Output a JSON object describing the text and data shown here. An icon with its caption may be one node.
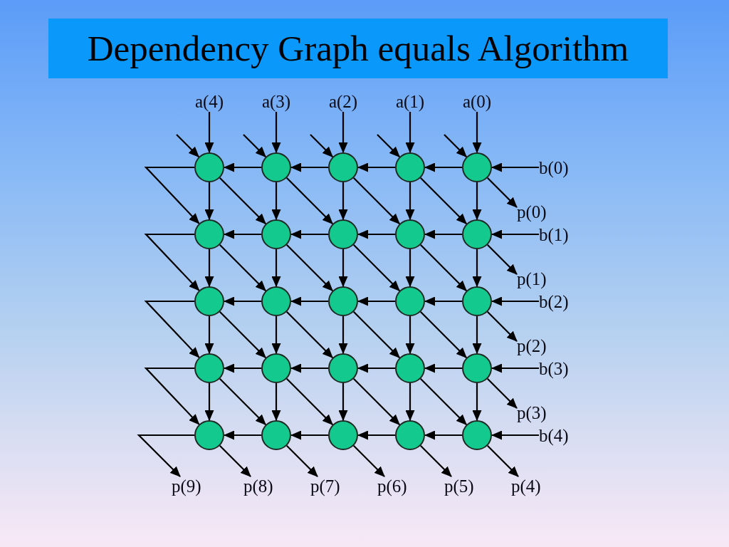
{
  "diagram": {
    "title": "Dependency Graph equals Algorithm",
    "nodes": [
      {
        "text": [
          "a(4)"
        ]
      },
      {
        "text": [
          "a(3)"
        ]
      },
      {
        "text": [
          "a(2)"
        ]
      },
      {
        "text": [
          "a(1)"
        ]
      },
      {
        "text": [
          "a(0)"
        ]
      },
      {
        "text": [],
        "shape": "circle"
      },
      {
        "text": [],
        "shape": "circle"
      },
      {
        "text": [],
        "shape": "circle"
      },
      {
        "text": [],
        "shape": "circle"
      },
      {
        "text": [],
        "shape": "circle"
      },
      {
        "text": [
          "b(0)"
        ]
      },
      {
        "text": [
          "p(0)"
        ]
      },
      {
        "text": [],
        "shape": "circle"
      },
      {
        "text": [],
        "shape": "circle"
      },
      {
        "text": [],
        "shape": "circle"
      },
      {
        "text": [],
        "shape": "circle"
      },
      {
        "text": [],
        "shape": "circle"
      },
      {
        "text": [
          "b(1)"
        ]
      },
      {
        "text": [
          "p(1)"
        ]
      },
      {
        "text": [],
        "shape": "circle"
      },
      {
        "text": [],
        "shape": "circle"
      },
      {
        "text": [],
        "shape": "circle"
      },
      {
        "text": [],
        "shape": "circle"
      },
      {
        "text": [],
        "shape": "circle"
      },
      {
        "text": [
          "b(2)"
        ]
      },
      {
        "text": [
          "p(2)"
        ]
      },
      {
        "text": [],
        "shape": "circle"
      },
      {
        "text": [],
        "shape": "circle"
      },
      {
        "text": [],
        "shape": "circle"
      },
      {
        "text": [],
        "shape": "circle"
      },
      {
        "text": [],
        "shape": "circle"
      },
      {
        "text": [
          "b(3)"
        ]
      },
      {
        "text": [
          "p(3)"
        ]
      },
      {
        "text": [],
        "shape": "circle"
      },
      {
        "text": [],
        "shape": "circle"
      },
      {
        "text": [],
        "shape": "circle"
      },
      {
        "text": [],
        "shape": "circle"
      },
      {
        "text": [],
        "shape": "circle"
      },
      {
        "text": [
          "b(4)"
        ]
      },
      {
        "text": [
          "p(9)"
        ]
      },
      {
        "text": [
          "p(8)"
        ]
      },
      {
        "text": [
          "p(7)"
        ]
      },
      {
        "text": [
          "p(6)"
        ]
      },
      {
        "text": [
          "p(5)"
        ]
      },
      {
        "text": [
          "p(4)"
        ]
      }
    ],
    "edges": [
      {
        "from": 0,
        "to": 5,
        "arrow": "to"
      },
      {
        "from": 1,
        "to": 6,
        "arrow": "to"
      },
      {
        "from": 2,
        "to": 7,
        "arrow": "to"
      },
      {
        "from": 3,
        "to": 8,
        "arrow": "to"
      },
      {
        "from": 4,
        "to": 9,
        "arrow": "to"
      },
      {
        "from": null,
        "to": 5,
        "arrow": "to"
      },
      {
        "from": null,
        "to": 6,
        "arrow": "to"
      },
      {
        "from": null,
        "to": 7,
        "arrow": "to"
      },
      {
        "from": null,
        "to": 8,
        "arrow": "to"
      },
      {
        "from": null,
        "to": 9,
        "arrow": "to"
      },
      {
        "from": 10,
        "to": 9,
        "arrow": "to"
      },
      {
        "from": 17,
        "to": 16,
        "arrow": "to"
      },
      {
        "from": 24,
        "to": 23,
        "arrow": "to"
      },
      {
        "from": 31,
        "to": 30,
        "arrow": "to"
      },
      {
        "from": 38,
        "to": 37,
        "arrow": "to"
      },
      {
        "from": 6,
        "to": 5,
        "arrow": "to"
      },
      {
        "from": 7,
        "to": 6,
        "arrow": "to"
      },
      {
        "from": 8,
        "to": 7,
        "arrow": "to"
      },
      {
        "from": 9,
        "to": 8,
        "arrow": "to"
      },
      {
        "from": 13,
        "to": 12,
        "arrow": "to"
      },
      {
        "from": 14,
        "to": 13,
        "arrow": "to"
      },
      {
        "from": 15,
        "to": 14,
        "arrow": "to"
      },
      {
        "from": 16,
        "to": 15,
        "arrow": "to"
      },
      {
        "from": 20,
        "to": 19,
        "arrow": "to"
      },
      {
        "from": 21,
        "to": 20,
        "arrow": "to"
      },
      {
        "from": 22,
        "to": 21,
        "arrow": "to"
      },
      {
        "from": 23,
        "to": 22,
        "arrow": "to"
      },
      {
        "from": 27,
        "to": 26,
        "arrow": "to"
      },
      {
        "from": 28,
        "to": 27,
        "arrow": "to"
      },
      {
        "from": 29,
        "to": 28,
        "arrow": "to"
      },
      {
        "from": 30,
        "to": 29,
        "arrow": "to"
      },
      {
        "from": 34,
        "to": 33,
        "arrow": "to"
      },
      {
        "from": 35,
        "to": 34,
        "arrow": "to"
      },
      {
        "from": 36,
        "to": 35,
        "arrow": "to"
      },
      {
        "from": 37,
        "to": 36,
        "arrow": "to"
      },
      {
        "from": 5,
        "to": 12,
        "arrow": "to"
      },
      {
        "from": 6,
        "to": 13,
        "arrow": "to"
      },
      {
        "from": 7,
        "to": 14,
        "arrow": "to"
      },
      {
        "from": 8,
        "to": 15,
        "arrow": "to"
      },
      {
        "from": 9,
        "to": 16,
        "arrow": "to"
      },
      {
        "from": 12,
        "to": 19,
        "arrow": "to"
      },
      {
        "from": 13,
        "to": 20,
        "arrow": "to"
      },
      {
        "from": 14,
        "to": 21,
        "arrow": "to"
      },
      {
        "from": 15,
        "to": 22,
        "arrow": "to"
      },
      {
        "from": 16,
        "to": 23,
        "arrow": "to"
      },
      {
        "from": 19,
        "to": 26,
        "arrow": "to"
      },
      {
        "from": 20,
        "to": 27,
        "arrow": "to"
      },
      {
        "from": 21,
        "to": 28,
        "arrow": "to"
      },
      {
        "from": 22,
        "to": 29,
        "arrow": "to"
      },
      {
        "from": 23,
        "to": 30,
        "arrow": "to"
      },
      {
        "from": 26,
        "to": 33,
        "arrow": "to"
      },
      {
        "from": 27,
        "to": 34,
        "arrow": "to"
      },
      {
        "from": 28,
        "to": 35,
        "arrow": "to"
      },
      {
        "from": 29,
        "to": 36,
        "arrow": "to"
      },
      {
        "from": 30,
        "to": 37,
        "arrow": "to"
      },
      {
        "from": 5,
        "to": 13,
        "arrow": "to"
      },
      {
        "from": 6,
        "to": 14,
        "arrow": "to"
      },
      {
        "from": 7,
        "to": 15,
        "arrow": "to"
      },
      {
        "from": 8,
        "to": 16,
        "arrow": "to"
      },
      {
        "from": 12,
        "to": 20,
        "arrow": "to"
      },
      {
        "from": 13,
        "to": 21,
        "arrow": "to"
      },
      {
        "from": 14,
        "to": 22,
        "arrow": "to"
      },
      {
        "from": 15,
        "to": 23,
        "arrow": "to"
      },
      {
        "from": 19,
        "to": 27,
        "arrow": "to"
      },
      {
        "from": 20,
        "to": 28,
        "arrow": "to"
      },
      {
        "from": 21,
        "to": 29,
        "arrow": "to"
      },
      {
        "from": 22,
        "to": 30,
        "arrow": "to"
      },
      {
        "from": 26,
        "to": 34,
        "arrow": "to"
      },
      {
        "from": 27,
        "to": 35,
        "arrow": "to"
      },
      {
        "from": 28,
        "to": 36,
        "arrow": "to"
      },
      {
        "from": 29,
        "to": 37,
        "arrow": "to"
      },
      {
        "from": 9,
        "to": 11,
        "arrow": "to"
      },
      {
        "from": 16,
        "to": 18,
        "arrow": "to"
      },
      {
        "from": 23,
        "to": 25,
        "arrow": "to"
      },
      {
        "from": 30,
        "to": 32,
        "arrow": "to"
      },
      {
        "from": 5,
        "to": 12,
        "arrow": "to"
      },
      {
        "from": 12,
        "to": 19,
        "arrow": "to"
      },
      {
        "from": 19,
        "to": 26,
        "arrow": "to"
      },
      {
        "from": 26,
        "to": 33,
        "arrow": "to"
      },
      {
        "from": 33,
        "to": 40,
        "arrow": "to"
      },
      {
        "from": 34,
        "to": 41,
        "arrow": "to"
      },
      {
        "from": 35,
        "to": 42,
        "arrow": "to"
      },
      {
        "from": 36,
        "to": 43,
        "arrow": "to"
      },
      {
        "from": 37,
        "to": 44,
        "arrow": "to"
      },
      {
        "from": 33,
        "to": 39,
        "arrow": "to"
      }
    ]
  }
}
